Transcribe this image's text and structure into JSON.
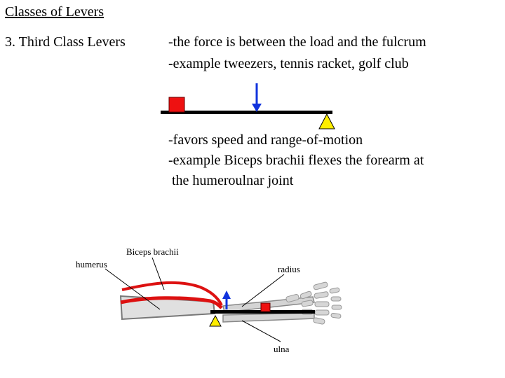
{
  "title": "Classes of Levers",
  "heading": "3.  Third Class Levers",
  "description": {
    "line1": "-the force is between the load and the fulcrum",
    "line2": "-example tweezers, tennis racket, golf club"
  },
  "details": {
    "line1": "-favors speed and range-of-motion",
    "line2": "-example Biceps brachii flexes the forearm at",
    "line3": " the humeroulnar joint"
  },
  "arm_labels": {
    "biceps": "Biceps brachii",
    "humerus": "humerus",
    "radius": "radius",
    "ulna": "ulna"
  },
  "colors": {
    "load": "#ee1111",
    "force": "#1133dd",
    "fulcrum": "#ffee00",
    "beam": "#000000",
    "bone": "#d8d8d8",
    "muscle": "#dd1111"
  }
}
